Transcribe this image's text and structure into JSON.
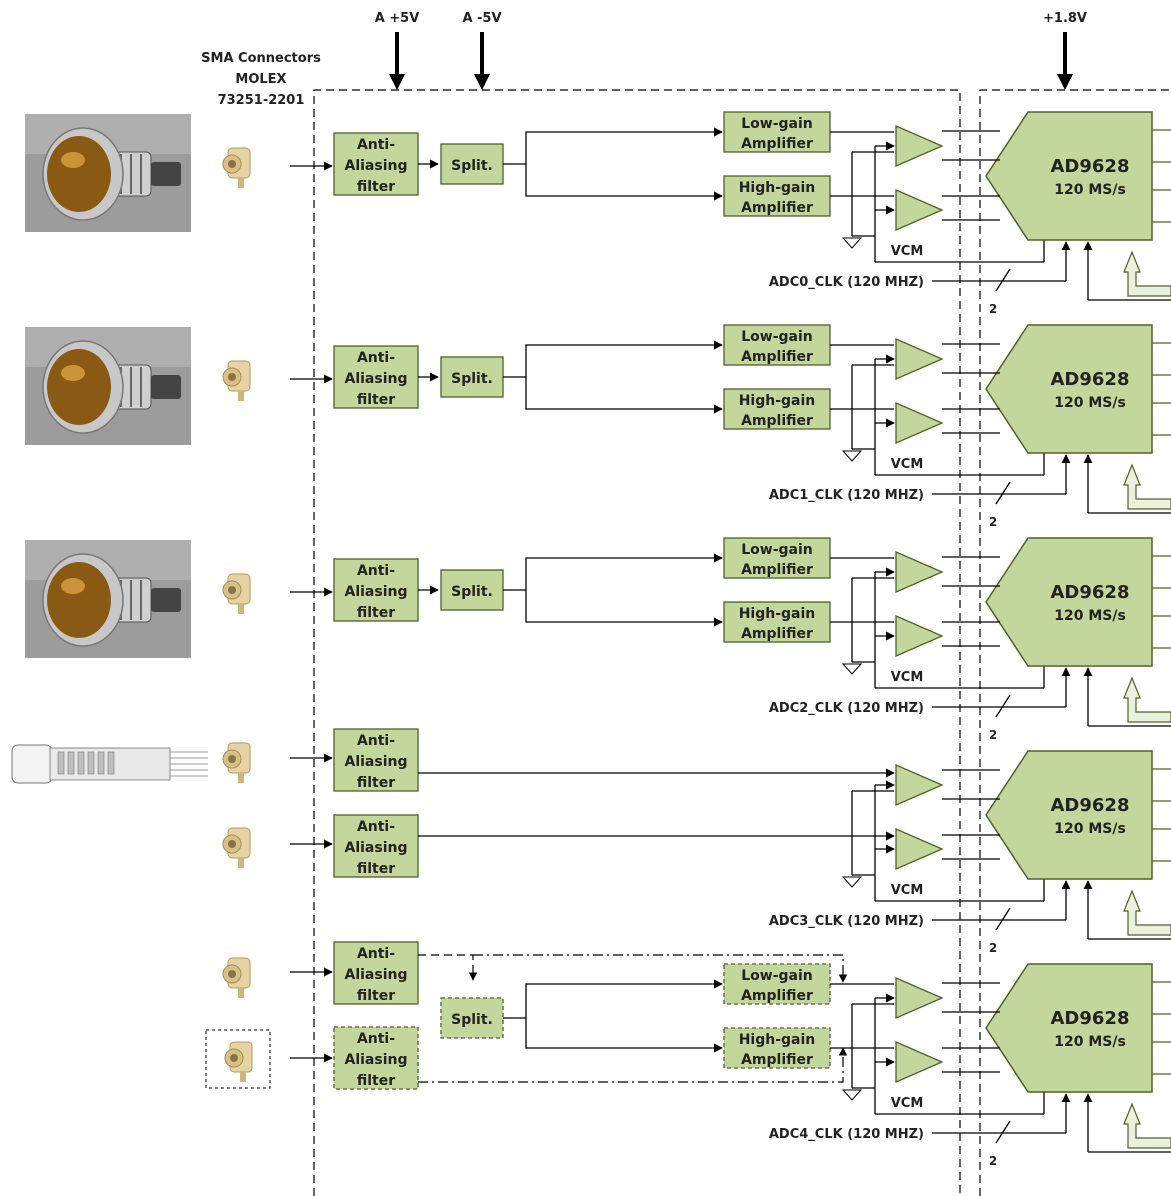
{
  "header": {
    "sma_lines": [
      "SMA Connectors",
      "MOLEX",
      "73251-2201"
    ],
    "supply_a_plus": "A +5V",
    "supply_a_minus": "A -5V",
    "supply_digital": "+1.8V"
  },
  "block_labels": {
    "aa_lines": [
      "Anti-",
      "Aliasing",
      "filter"
    ],
    "split": "Split.",
    "low_gain_lines": [
      "Low-gain",
      "Amplifier"
    ],
    "high_gain_lines": [
      "High-gain",
      "Amplifier"
    ],
    "vcm": "VCM",
    "adc_name": "AD9628",
    "adc_rate": "120 MS/s",
    "clk_bus_width": "2"
  },
  "channels": [
    {
      "id": "ch0",
      "clock": "ADC0_CLK (120 MHZ)",
      "source": "pmt"
    },
    {
      "id": "ch1",
      "clock": "ADC1_CLK (120 MHZ)",
      "source": "pmt"
    },
    {
      "id": "ch2",
      "clock": "ADC2_CLK (120 MHZ)",
      "source": "pmt"
    },
    {
      "id": "ch3",
      "clock": "ADC3_CLK (120 MHZ)",
      "source": "tube"
    },
    {
      "id": "ch4",
      "clock": "ADC4_CLK (120 MHZ)",
      "source": "sma-pair"
    }
  ],
  "colors": {
    "block_fill": "#c3d69b",
    "block_stroke": "#4f6228",
    "bus_fill": "#eaf1dd"
  }
}
